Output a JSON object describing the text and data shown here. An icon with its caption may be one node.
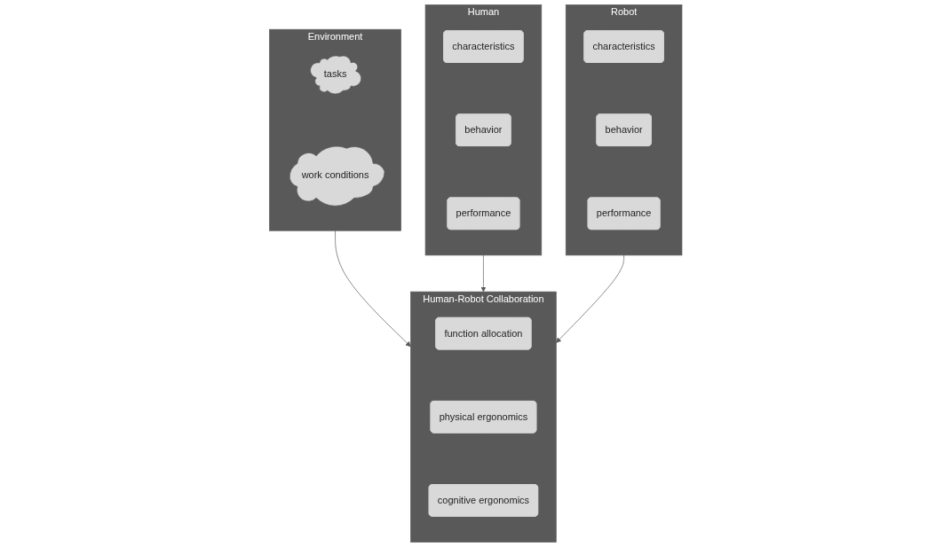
{
  "diagram": {
    "nodes": [
      {
        "text": [
          "Environment"
        ]
      },
      {
        "text": [
          "tasks"
        ],
        "in": 0
      },
      {
        "text": [
          "work conditions"
        ],
        "in": 0
      },
      {
        "text": [
          "Human"
        ]
      },
      {
        "text": [
          "characteristics"
        ],
        "in": 3
      },
      {
        "text": [
          "behavior"
        ],
        "in": 3
      },
      {
        "text": [
          "performance"
        ],
        "in": 3
      },
      {
        "text": [
          "Human-Robot Collaboration"
        ]
      },
      {
        "text": [
          "function allocation"
        ],
        "in": 7
      },
      {
        "text": [
          "physical ergonomics"
        ],
        "in": 7
      },
      {
        "text": [
          "cognitive ergonomics"
        ],
        "in": 7
      },
      {
        "text": [
          "Robot"
        ]
      },
      {
        "text": [
          "characteristics"
        ],
        "in": 11
      },
      {
        "text": [
          "behavior"
        ],
        "in": 11
      },
      {
        "text": [
          "performance"
        ],
        "in": 11
      }
    ],
    "edges": [
      {
        "from": 0,
        "to": 7,
        "arrow": "to"
      },
      {
        "from": 3,
        "to": 7,
        "arrow": "to"
      },
      {
        "from": 11,
        "to": 7,
        "arrow": "to"
      }
    ]
  }
}
